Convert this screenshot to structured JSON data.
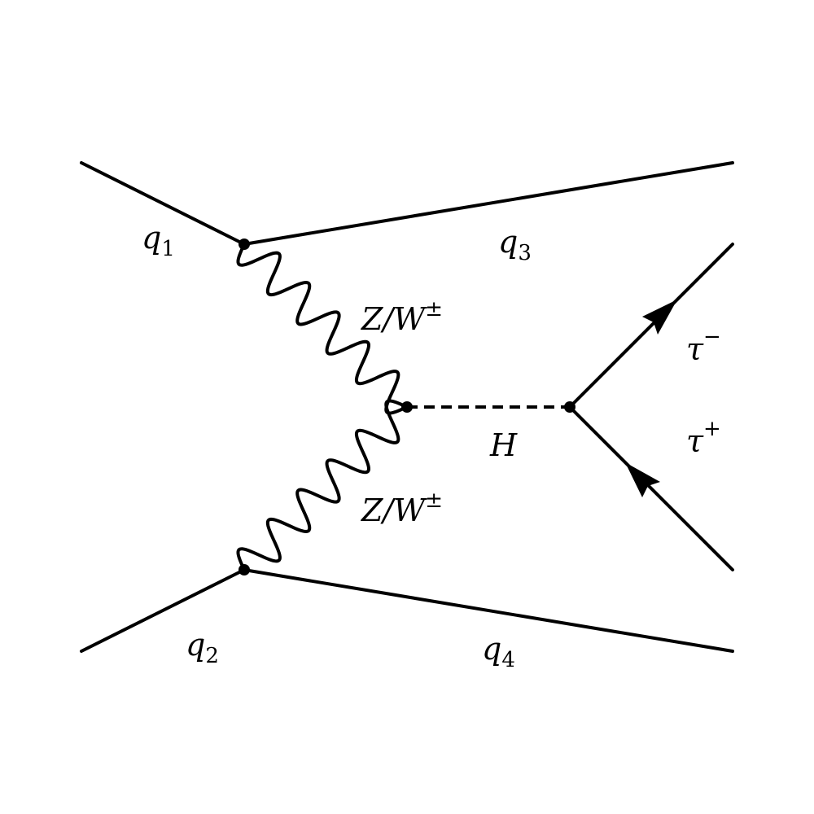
{
  "colors": {
    "line": "#000000",
    "background": "#ffffff"
  },
  "particles": {
    "q1": {
      "symbol": "q",
      "sub": "1"
    },
    "q2": {
      "symbol": "q",
      "sub": "2"
    },
    "q3": {
      "symbol": "q",
      "sub": "3"
    },
    "q4": {
      "symbol": "q",
      "sub": "4"
    },
    "boson_upper": {
      "symbol": "Z/W",
      "sup": "±"
    },
    "boson_lower": {
      "symbol": "Z/W",
      "sup": "±"
    },
    "higgs": {
      "symbol": "H"
    },
    "tau_minus": {
      "symbol": "τ",
      "sup": "−"
    },
    "tau_plus": {
      "symbol": "τ",
      "sup": "+"
    }
  }
}
